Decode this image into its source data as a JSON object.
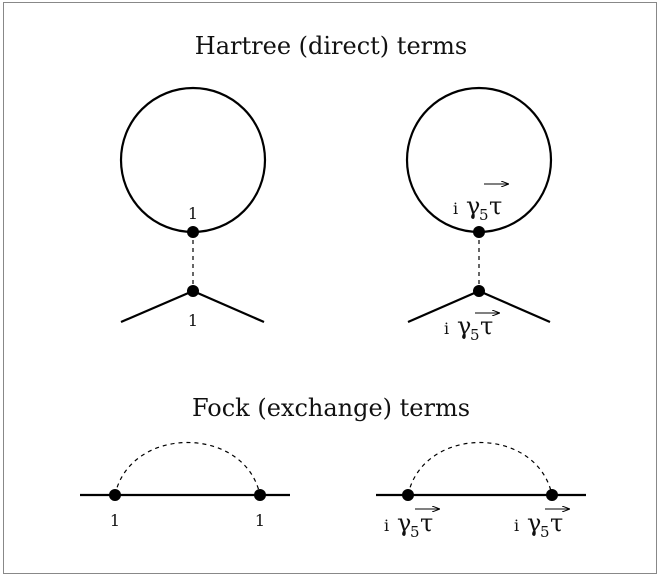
{
  "hartree": {
    "title": "Hartree (direct) terms",
    "left": {
      "top_vertex_label": "1",
      "bottom_vertex_label": "1"
    },
    "right": {
      "top_vertex_label": {
        "prefix": "i",
        "gamma": "γ",
        "subscript": "5",
        "tau": "τ"
      },
      "bottom_vertex_label": {
        "prefix": "i",
        "gamma": "γ",
        "subscript": "5",
        "tau": "τ"
      }
    }
  },
  "fock": {
    "title": "Fock (exchange) terms",
    "left": {
      "left_vertex_label": "1",
      "right_vertex_label": "1"
    },
    "right": {
      "left_vertex_label": {
        "prefix": "i",
        "gamma": "γ",
        "subscript": "5",
        "tau": "τ"
      },
      "right_vertex_label": {
        "prefix": "i",
        "gamma": "γ",
        "subscript": "5",
        "tau": "τ"
      }
    }
  },
  "colors": {
    "line": "#000000",
    "frame": "#888888"
  }
}
